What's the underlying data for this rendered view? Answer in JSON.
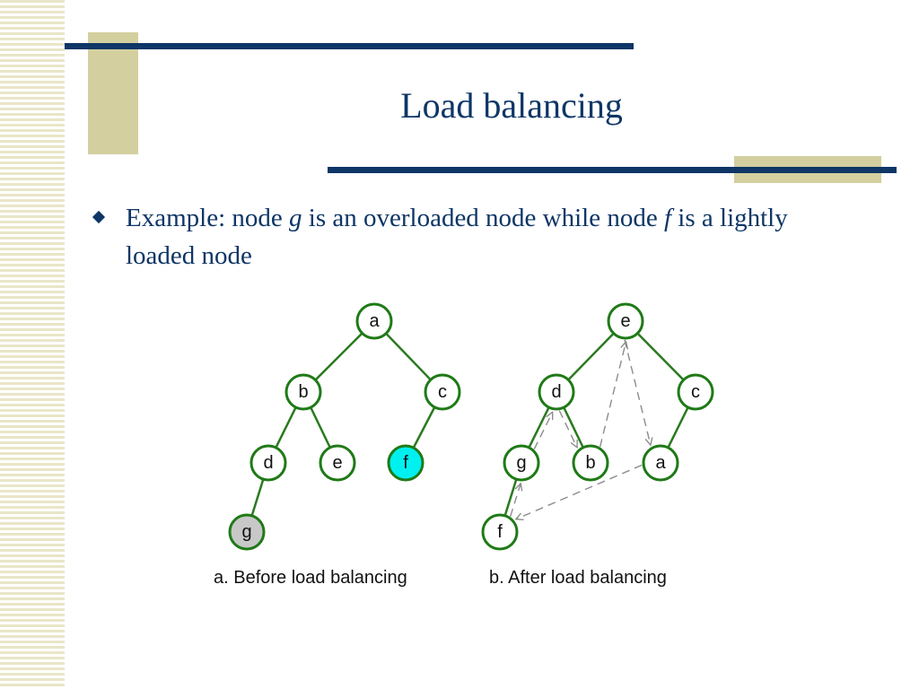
{
  "slide": {
    "title": "Load balancing",
    "bullet": {
      "prefix": "Example: node ",
      "overloaded_node": "g",
      "middle": " is an overloaded node while node ",
      "light_node": "f",
      "suffix": " is a lightly loaded node"
    }
  },
  "colors": {
    "title_navy": "#0e3666",
    "accent_tan": "#d3cf9f",
    "edge_green": "#2a7a1f",
    "overloaded_fill": "#c8c8c8",
    "light_fill": "#00f0f0"
  },
  "diagrams": {
    "before": {
      "caption": "a. Before load balancing",
      "nodes": [
        "a",
        "b",
        "c",
        "d",
        "e",
        "f",
        "g"
      ],
      "edges": [
        [
          "a",
          "b"
        ],
        [
          "a",
          "c"
        ],
        [
          "b",
          "d"
        ],
        [
          "b",
          "e"
        ],
        [
          "c",
          "f"
        ],
        [
          "d",
          "g"
        ]
      ],
      "highlight": {
        "overloaded": "g",
        "light": "f"
      }
    },
    "after": {
      "caption": "b. After load balancing",
      "nodes": [
        "e",
        "d",
        "c",
        "g",
        "b",
        "a",
        "f"
      ],
      "edges": [
        [
          "e",
          "d"
        ],
        [
          "e",
          "c"
        ],
        [
          "d",
          "g"
        ],
        [
          "d",
          "b"
        ],
        [
          "c",
          "a"
        ],
        [
          "g",
          "f"
        ]
      ],
      "migrations": [
        [
          "f",
          "g"
        ],
        [
          "g",
          "d"
        ],
        [
          "d",
          "b"
        ],
        [
          "b",
          "e"
        ],
        [
          "e",
          "a"
        ],
        [
          "a",
          "f"
        ]
      ]
    }
  }
}
